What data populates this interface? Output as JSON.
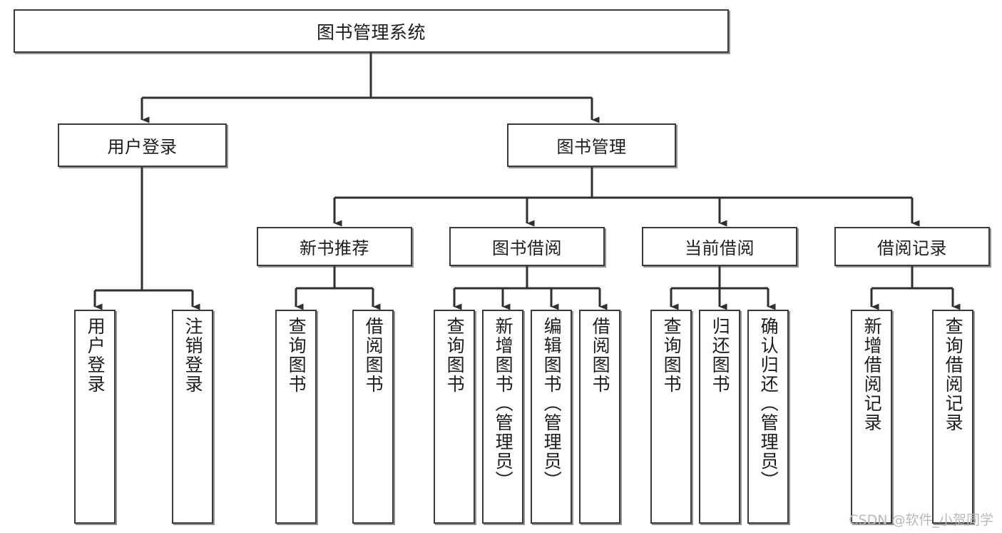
{
  "diagram": {
    "title": "图书管理系统",
    "type": "tree-hierarchy-diagram",
    "watermark": "CSDN @软件_小贺同学",
    "colors": {
      "box_border": "#3a3a3a",
      "box_fill": "#ffffff",
      "connector": "#2f2f2f",
      "text": "#1d1d1d",
      "watermark": "#b9b9b9",
      "background": "#ffffff"
    },
    "root": {
      "label": "图书管理系统"
    },
    "level2": [
      {
        "label": "用户登录"
      },
      {
        "label": "图书管理"
      }
    ],
    "level3": [
      {
        "label": "新书推荐"
      },
      {
        "label": "图书借阅"
      },
      {
        "label": "当前借阅"
      },
      {
        "label": "借阅记录"
      }
    ],
    "leaves": {
      "user_login": [
        {
          "label": "用户登录"
        },
        {
          "label": "注销登录"
        }
      ],
      "new_book_recommend": [
        {
          "label": "查询图书"
        },
        {
          "label": "借阅图书"
        }
      ],
      "book_borrow": [
        {
          "label": "查询图书"
        },
        {
          "label": "新增图书（管理员）"
        },
        {
          "label": "编辑图书（管理员）"
        },
        {
          "label": "借阅图书"
        }
      ],
      "current_borrow": [
        {
          "label": "查询图书"
        },
        {
          "label": "归还图书"
        },
        {
          "label": "确认归还（管理员）"
        }
      ],
      "borrow_record": [
        {
          "label": "新增借阅记录"
        },
        {
          "label": "查询借阅记录"
        }
      ]
    }
  }
}
